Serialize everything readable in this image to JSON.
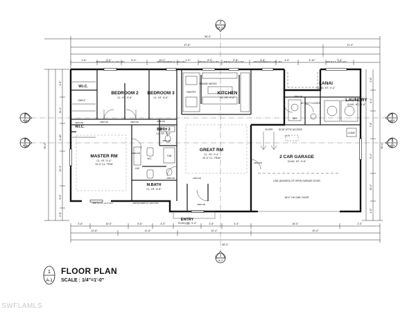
{
  "plan_title": "FLOOR PLAN",
  "scale_label": "SCALE : 1/4\"=1'-0\"",
  "title_callout": {
    "number": "1",
    "sheet": "A-1"
  },
  "section_markers": {
    "top": {
      "number": "2",
      "sheet": "A-2"
    },
    "bottom": {
      "number": "1",
      "sheet": "A-2"
    },
    "left_a": {
      "number": "2",
      "sheet": "A-4"
    },
    "left_b": {
      "number": "2",
      "sheet": "A-3"
    },
    "right_a": {
      "number": "2",
      "sheet": "A-4"
    },
    "right_b": {
      "number": "2",
      "sheet": "A-3"
    }
  },
  "rooms": {
    "bedroom2": {
      "name": "BEDROOM 2",
      "sub": "CL. HT.: 8'-8\""
    },
    "bedroom3": {
      "name": "BEDROOM 3",
      "sub": "CL. HT.: 8'-8\""
    },
    "wic_upper": {
      "name": "W.I.C.",
      "sub": ""
    },
    "wic_lower": {
      "name": "W.I.C.",
      "sub": ""
    },
    "kitchen": {
      "name": "KITCHEN",
      "sub": "CL. HT.: 9'-4\""
    },
    "lanai": {
      "name": "LANAI",
      "sub": "CLNG. HT.: 9'-4\""
    },
    "laundry": {
      "name": "LAUNDRY",
      "sub": "CLNG. HT.: 8'-8\""
    },
    "bath2": {
      "name": "BATH 2",
      "sub": "CL. HT.: 8'-8\""
    },
    "master": {
      "name": "MASTER RM",
      "sub": "CL. HT.: 9'-4\"",
      "sub2": "10'-0\" CL. TRAY"
    },
    "great": {
      "name": "GREAT RM",
      "sub": "CL. HT.: 9'-4\"",
      "sub2": "10'-0\" CL. TRAY"
    },
    "garage": {
      "name": "2 CAR GARAGE",
      "sub": "CLNG. HT.: 9'-8\""
    },
    "mbath": {
      "name": "M.BATH",
      "sub": "CL. HT.: 8'-8\""
    },
    "entry": {
      "name": "ENTRY",
      "sub": "CLNG. HT.: 9'-4\""
    }
  },
  "annotations": {
    "slope": "SLOPE",
    "garage_door_note": "LINE (DASHED) OF OPEN GARAGE DOOR",
    "garage_door_size": "16'x7' OH GAR. DOOR",
    "attic_access": "SCAT ATTIC ACCESS",
    "comp": "COMP.",
    "wh": "WH",
    "shelf": "SHELF",
    "mech_closet": "W/ SELF CLOSER",
    "pantry": "PANTRY",
    "range_micro": "RANGE/ MICRO",
    "lav": "LAV",
    "tub": "TUB",
    "wc": "W.C."
  },
  "overall_dims": {
    "top": "56'-0\"",
    "top_left": "47'-8\"",
    "top_right": "11'-4\"",
    "bottom": "56'-0\"",
    "left_total": "50'-0\"",
    "right_total": "50'-0\""
  },
  "dims_top_row": [
    "1'-6\"",
    "5'-4\"",
    "5'-4\"",
    "10'-2\"",
    "1'-3\"",
    "5'-0\"",
    "5'-5\"",
    "6'-8\"",
    "4'-0\"",
    "4'-10\"",
    "3'-4\""
  ],
  "dims_bottom_row": [
    "3'-6\"",
    "10'-0\"",
    "5'-6\"",
    "4'-0\"",
    "7'-4\"",
    "3'-8\"",
    "3'-4\"",
    "16'-0\"",
    "2'-0\""
  ],
  "dims_bottom_row2": [
    "12'-8\"",
    "11'-8\"",
    "10'-4\"",
    "20'-0\""
  ],
  "dims_left": [
    "1'-6\"",
    "11'-4\"",
    "3'-10\"",
    "14'-1\"",
    "9'-0\"",
    "0'-8\""
  ],
  "dims_right": [
    "2'-8\"",
    "6'-4\"",
    "7'-8\"",
    "9'-4\"",
    "13'-4\"",
    "4'-0\""
  ],
  "window_tags": {
    "w1": "3050 SH EGRESS L/C +32.8 / 28.0",
    "w2": "3050 SH EGRESS L/C +32.8 / 28.0",
    "w3": "3050 SH L/C +32.8 / 28.0",
    "w4": "3040 SH L/C +32.8 / 28.0",
    "w5": "3050 SH EGRESS L/C +32.8 / 28.0",
    "w6": "3050 SH L/C +32.8 / 28.0",
    "w7": "3050 SH L/C +32.8 / 28.0",
    "w8": "2040 SH TEMP L/C +32.8 / 28.0"
  },
  "door_tags": {
    "d1": "2868 DR",
    "d2": "2868 DR",
    "d3": "3068 DR",
    "d4": "2868 DR",
    "d5": "2868 DR",
    "d6": "2668 DR",
    "d7": "2668 DR",
    "d8": "3068 DR",
    "d9": "2868 DR",
    "d10": "2868 DR",
    "d11": "3068 DR"
  },
  "watermark": "SWFLAMLS"
}
